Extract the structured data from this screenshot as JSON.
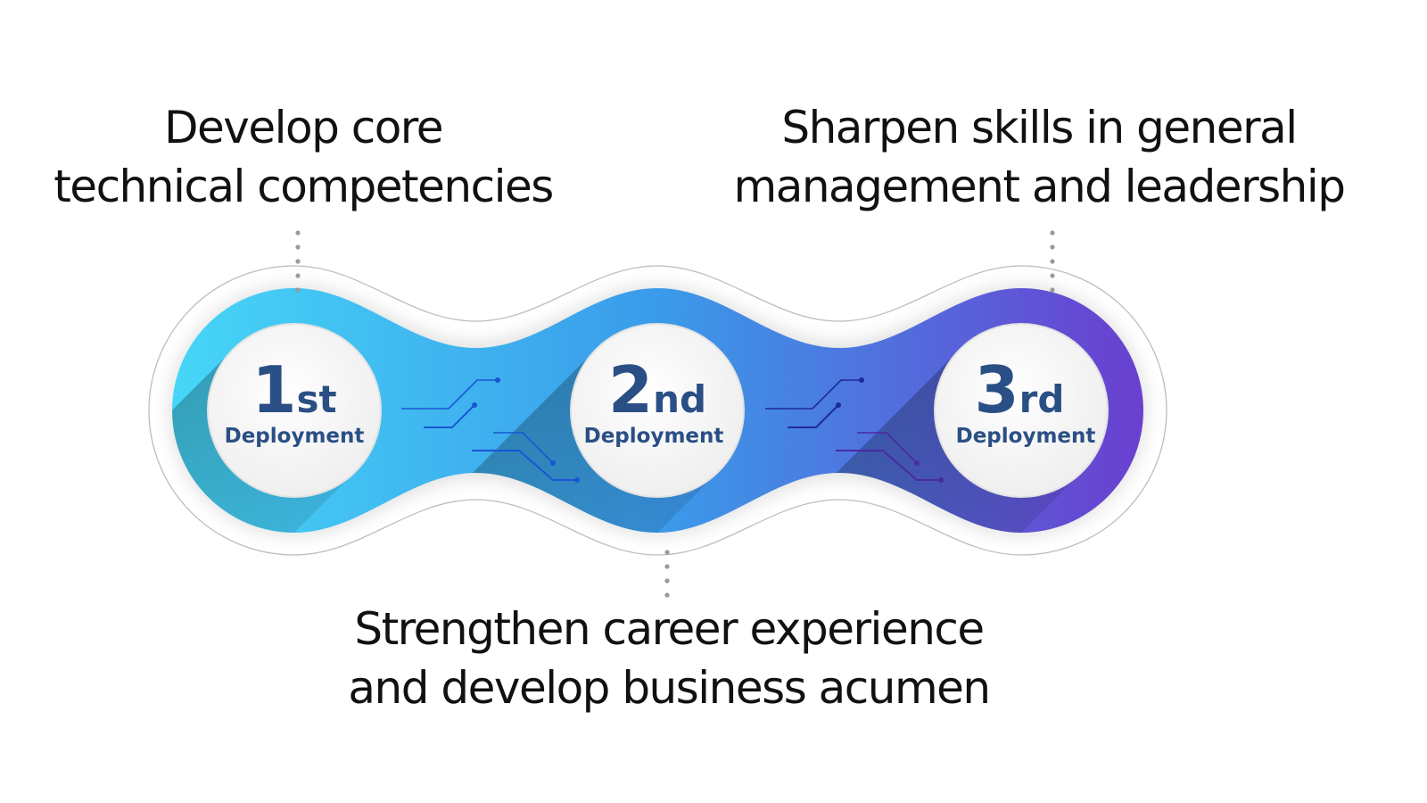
{
  "diagram": {
    "title": "Deployment rotation program",
    "stages": [
      {
        "number": "1",
        "suffix": "st",
        "label": "Deployment",
        "caption_lines": [
          "Develop core",
          "technical competencies"
        ],
        "caption_position": "top"
      },
      {
        "number": "2",
        "suffix": "nd",
        "label": "Deployment",
        "caption_lines": [
          "Strengthen career experience",
          "and develop business acumen"
        ],
        "caption_position": "bottom"
      },
      {
        "number": "3",
        "suffix": "rd",
        "label": "Deployment",
        "caption_lines": [
          "Sharpen skills in general",
          "management and leadership"
        ],
        "caption_position": "top"
      }
    ],
    "colors": {
      "gradient_start": "#46d6f7",
      "gradient_mid": "#3a9bea",
      "gradient_end": "#6a3fcf",
      "number_text": "#2a4f85",
      "caption_text": "#111111",
      "connector_dots": "#9a9a9a",
      "outline": "#bdbdbd",
      "circuit_left": "#1a4fd0",
      "circuit_right": "#2a2a9a"
    }
  }
}
